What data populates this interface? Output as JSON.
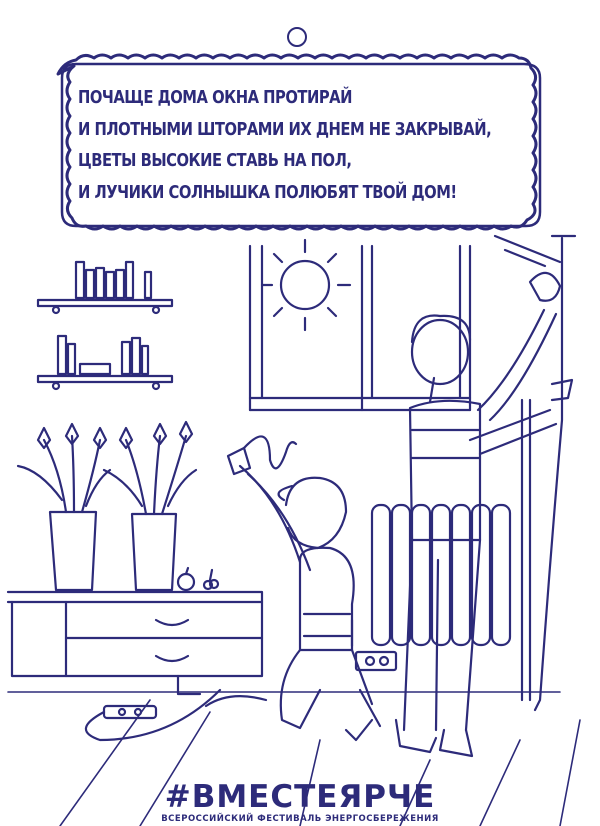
{
  "poem": {
    "lines": [
      "ПОЧАЩЕ ДОМА ОКНА ПРОТИРАЙ",
      "И ПЛОТНЫМИ ШТОРАМИ ИХ ДНЕМ НЕ ЗАКРЫВАЙ,",
      "ЦВЕТЫ ВЫСОКИЕ СТАВЬ НА ПОЛ,",
      "И ЛУЧИКИ СОЛНЫШКА ПОЛЮБЯТ ТВОЙ ДОМ!"
    ]
  },
  "footer": {
    "hashtag": "#ВМЕСТЕЯРЧЕ",
    "subtitle": "ВСЕРОССИЙСКИЙ ФЕСТИВАЛЬ ЭНЕРГОСБЕРЕЖЕНИЯ"
  },
  "colors": {
    "ink": "#2d2b7a",
    "background": "#ffffff"
  }
}
